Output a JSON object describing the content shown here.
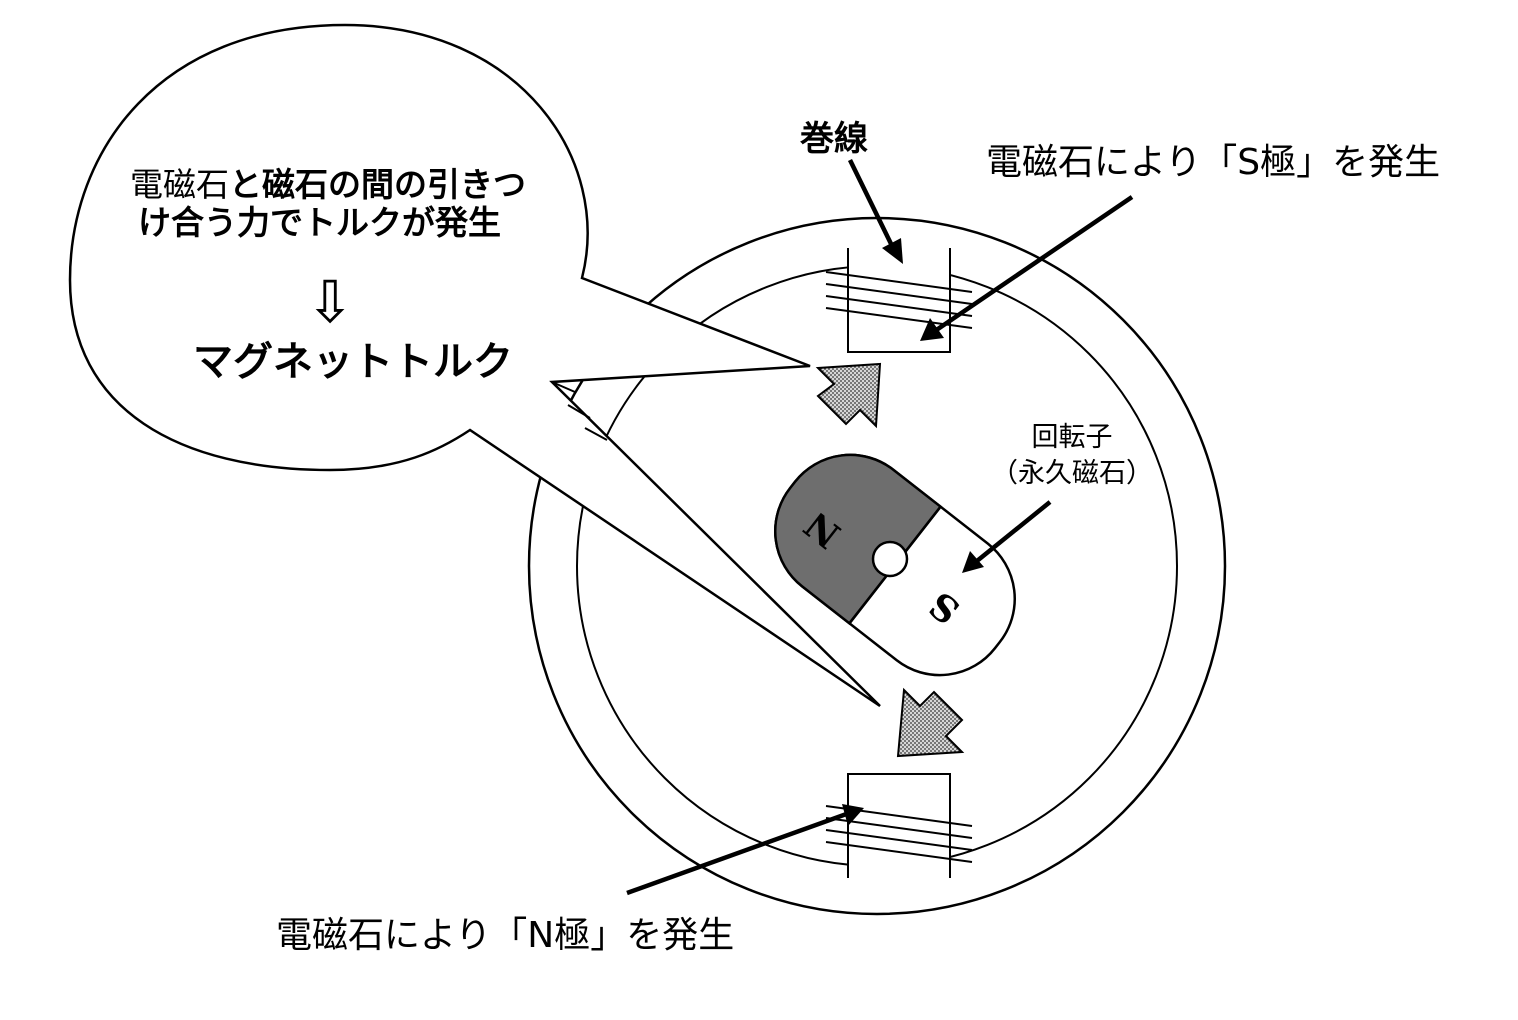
{
  "bubble": {
    "line1_prefix": "電磁石",
    "line1_rest": "と磁石の間の引きつ",
    "line2": "け合う力でトルクが発生",
    "arrow_glyph": "⇩",
    "result": "マグネットトルク"
  },
  "labels": {
    "winding": "巻線",
    "s_pole": "電磁石により「S極」を発生",
    "n_pole": "電磁石により「N極」を発生",
    "rotor_line1": "回転子",
    "rotor_line2": "（永久磁石）"
  },
  "rotor": {
    "n_mark": "N",
    "s_mark": "S"
  },
  "colors": {
    "n_pole_fill": "#6e6e6e",
    "line": "#000000",
    "background": "#ffffff",
    "force_arrow_fill": "#9a9a9a"
  }
}
